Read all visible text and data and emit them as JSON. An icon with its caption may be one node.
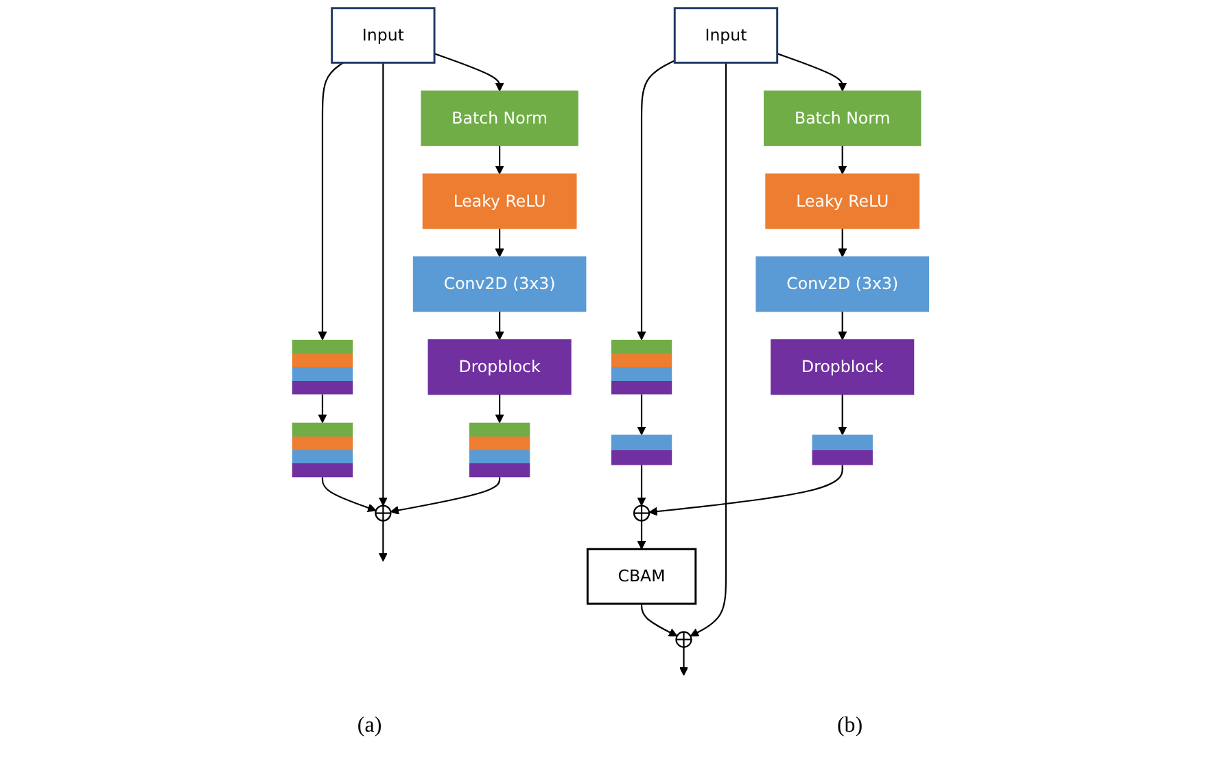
{
  "diagram": {
    "nodes": [
      {
        "text": [
          "Input"
        ]
      },
      {
        "text": [],
        "shape": "box"
      },
      {
        "text": [],
        "shape": "box"
      },
      {
        "text": [
          "Batch Norm"
        ]
      },
      {
        "text": [
          "Leaky ReLU"
        ]
      },
      {
        "text": [
          "Conv2D (3x3)"
        ]
      },
      {
        "text": [
          "Dropblock"
        ]
      },
      {
        "text": [],
        "shape": "box"
      },
      {
        "text": [],
        "shape": "circle"
      },
      {
        "text": [
          "Input"
        ]
      },
      {
        "text": [],
        "shape": "box"
      },
      {
        "text": [],
        "shape": "box"
      },
      {
        "text": [
          "Batch Norm"
        ]
      },
      {
        "text": [
          "Leaky ReLU"
        ]
      },
      {
        "text": [
          "Conv2D (3x3)"
        ]
      },
      {
        "text": [
          "Dropblock"
        ]
      },
      {
        "text": [],
        "shape": "box"
      },
      {
        "text": [],
        "shape": "circle"
      },
      {
        "text": [
          "CBAM"
        ]
      },
      {
        "text": [],
        "shape": "circle"
      }
    ],
    "edges": [
      {
        "from": 0,
        "to": 1,
        "arrow": "to"
      },
      {
        "from": 1,
        "to": 2,
        "arrow": "to"
      },
      {
        "from": 2,
        "to": 8,
        "arrow": "to"
      },
      {
        "from": 0,
        "to": 8,
        "arrow": "to"
      },
      {
        "from": 0,
        "to": 3,
        "arrow": "to"
      },
      {
        "from": 3,
        "to": 4,
        "arrow": "to"
      },
      {
        "from": 4,
        "to": 5,
        "arrow": "to"
      },
      {
        "from": 5,
        "to": 6,
        "arrow": "to"
      },
      {
        "from": 6,
        "to": 7,
        "arrow": "to"
      },
      {
        "from": 7,
        "to": 8,
        "arrow": "to"
      },
      {
        "from": 8,
        "to": null,
        "arrow": "to"
      },
      {
        "from": 9,
        "to": 10,
        "arrow": "to"
      },
      {
        "from": 10,
        "to": 11,
        "arrow": "to"
      },
      {
        "from": 11,
        "to": 17,
        "arrow": "to"
      },
      {
        "from": 9,
        "to": 19,
        "arrow": "to"
      },
      {
        "from": 9,
        "to": 12,
        "arrow": "to"
      },
      {
        "from": 12,
        "to": 13,
        "arrow": "to"
      },
      {
        "from": 13,
        "to": 14,
        "arrow": "to"
      },
      {
        "from": 14,
        "to": 15,
        "arrow": "to"
      },
      {
        "from": 15,
        "to": 16,
        "arrow": "to"
      },
      {
        "from": 16,
        "to": 17,
        "arrow": "to"
      },
      {
        "from": 17,
        "to": 18,
        "arrow": "to"
      },
      {
        "from": 18,
        "to": 19,
        "arrow": "to"
      },
      {
        "from": 19,
        "to": null,
        "arrow": "to"
      }
    ],
    "labels": [
      "(a)",
      "(b)"
    ]
  }
}
